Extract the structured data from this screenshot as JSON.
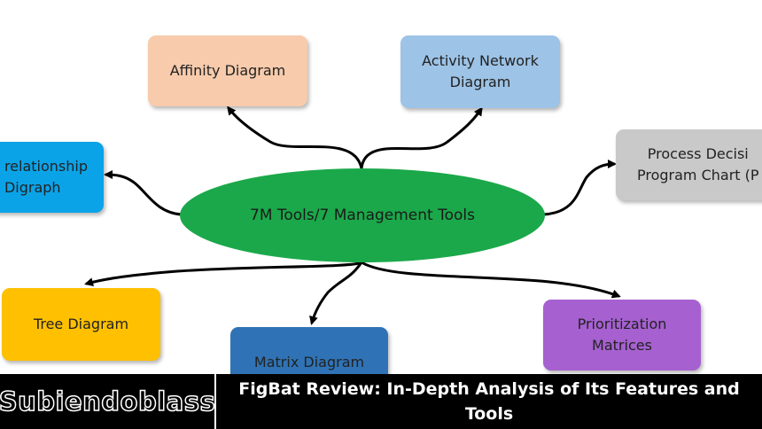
{
  "diagram": {
    "center": {
      "label": "7M Tools/7 Management Tools",
      "color": "#1ba84a"
    },
    "nodes": [
      {
        "id": "affinity",
        "label": "Affinity Diagram",
        "color": "#f7cbac"
      },
      {
        "id": "activity",
        "label": "Activity Network\nDiagram",
        "color": "#9dc3e6"
      },
      {
        "id": "interrelationship",
        "label": "relationship\nDigraph",
        "color": "#0ba3e8"
      },
      {
        "id": "pdpc",
        "label": "Process Decisi\nProgram Chart (P",
        "color": "#c9c9c9"
      },
      {
        "id": "tree",
        "label": "Tree Diagram",
        "color": "#fec000"
      },
      {
        "id": "matrix",
        "label": "Matrix Diagram",
        "color": "#2f73b6"
      },
      {
        "id": "prioritization",
        "label": "Prioritization\nMatrices",
        "color": "#a660d0"
      }
    ]
  },
  "footer": {
    "brand": "Subiendoblass",
    "headline": "FigBat Review: In-Depth Analysis of Its Features and Tools"
  }
}
